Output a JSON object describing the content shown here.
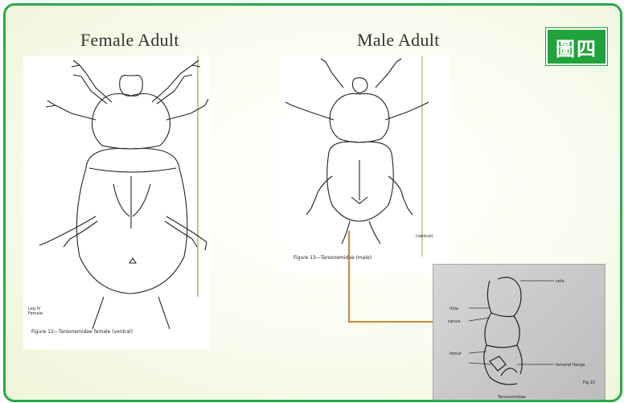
{
  "headings": {
    "female": "Female Adult",
    "male": "Male Adult"
  },
  "badge": "圖四",
  "female_panel": {
    "figure_caption": "Figure 12—Tarsonemidae female (ventral)",
    "scale_note_line1": "Leg IV",
    "scale_note_line2": "Female"
  },
  "male_panel": {
    "figure_caption": "Figure 13—Tarsonemidae (male)",
    "side_note": "(ventral)"
  },
  "inset": {
    "labels": [
      "seta",
      "tibia",
      "tarsus",
      "femur",
      "femoral flange",
      "Fig 15"
    ],
    "caption": "Tarsonemidae"
  },
  "colors": {
    "frame": "#2aa84a",
    "badge": "#1fa33a",
    "connector": "#c8893a"
  }
}
